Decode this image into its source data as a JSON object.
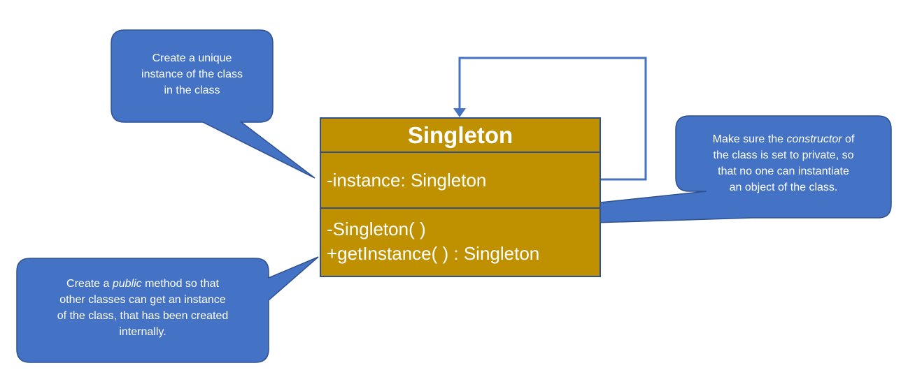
{
  "diagram": {
    "class": {
      "name": "Singleton",
      "attribute": "-instance: Singleton",
      "methods": [
        "-Singleton( )",
        "+getInstance( ) : Singleton"
      ]
    },
    "callouts": {
      "instance": {
        "lines": [
          "Create a unique",
          "instance of the class",
          "in the class"
        ]
      },
      "constructor": {
        "line1_pre": "Make sure the ",
        "line1_em": "constructor",
        "line1_post": " of",
        "lines": [
          "the class is set to private, so",
          "that no one can instantiate",
          "an object of the class."
        ]
      },
      "public_method": {
        "line1_pre": "Create a ",
        "line1_em": "public",
        "line1_post": " method so that",
        "lines": [
          "other classes can get an instance",
          "of the class, that has been created",
          "internally."
        ]
      }
    },
    "colors": {
      "callout_fill": "#4472c4",
      "callout_stroke": "#2f528f",
      "class_fill": "#bf9000",
      "class_border": "#2f528f",
      "arrow": "#4472c4"
    }
  }
}
